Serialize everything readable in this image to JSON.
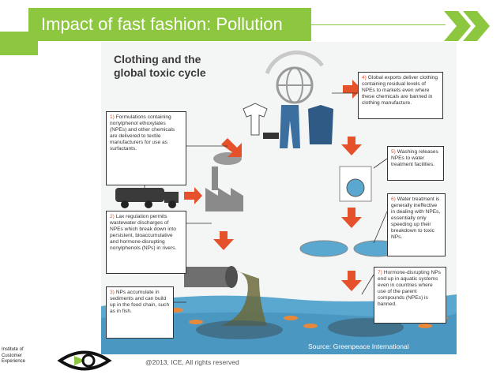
{
  "slide": {
    "title": "Impact of fast fashion: Pollution",
    "footer": "@2013, ICE, All rights reserved",
    "logo_lines": [
      "Institute of",
      "Customer",
      "Experience"
    ]
  },
  "infographic": {
    "title_line1": "Clothing and the",
    "title_line2": "global toxic cycle",
    "source": "Source: Greenpeace International",
    "steps": [
      {
        "num": "1)",
        "text": "Formulations containing nonylphenol ethoxylates (NPEs) and other chemicals are delivered to textile manufacturers for use as surfactants."
      },
      {
        "num": "2)",
        "text": "Lax regulation permits wastewater discharges of NPEs which break down into persistent, bioaccumulative and hormone-disrupting nonylphenols (NPs) in rivers."
      },
      {
        "num": "3)",
        "text": "NPs accumulate in sediments and can build up in the food chain, such as in fish."
      },
      {
        "num": "4)",
        "text": "Global exports deliver clothing containing residual levels of NPEs to markets even where these chemicals are banned in clothing manufacture."
      },
      {
        "num": "5)",
        "text": "Washing releases NPEs to water treatment facilities."
      },
      {
        "num": "6)",
        "text": "Water treatment is generally ineffective in dealing with NPEs, essentially only speeding up their breakdown to toxic NPs."
      },
      {
        "num": "7)",
        "text": "Hormone-disrupting NPs end up in aquatic systems even in countries where use of the parent compounds (NPEs) is banned."
      }
    ]
  },
  "colors": {
    "accent_green": "#8dc63f",
    "arrow_orange": "#e5512a",
    "water_blue": "#5aa7cf"
  }
}
